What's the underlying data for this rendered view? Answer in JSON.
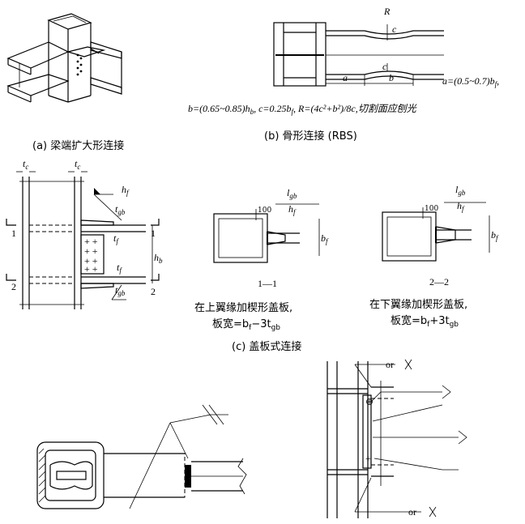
{
  "captions": {
    "a": "(a) 梁端扩大形连接",
    "b": "(b) 骨形连接 (RBS)",
    "c": "(c) 盖板式连接"
  },
  "rbs": {
    "formula_1": "a=(0.5~0.7)b",
    "formula_1_sub": "f",
    "formula_2": "b=(0.65~0.85)h",
    "formula_2_sub": "b",
    "formula_3": ", c=0.25b",
    "formula_3_sub": "f",
    "formula_4": ", R=(4c²+b²)/8c,切割面应刨光",
    "labels": {
      "R": "R",
      "c": "c",
      "a": "a",
      "b": "b"
    }
  },
  "cover_plate": {
    "section_11": "1—1",
    "section_22": "2—2",
    "note_top_1": "在上翼缘加楔形盖板,",
    "note_top_2": "板宽=b",
    "note_top_2_sub": "f",
    "note_top_2_end": "−3t",
    "note_top_2_end_sub": "gb",
    "note_bot_1": "在下翼缘加楔形盖板,",
    "note_bot_2": "板宽=b",
    "note_bot_2_sub": "f",
    "note_bot_2_end": "+3t",
    "note_bot_2_end_sub": "gb",
    "labels": {
      "tc": "t",
      "tc_sub": "c",
      "hf": "h",
      "hf_sub": "f",
      "tf": "t",
      "tf_sub": "f",
      "hb": "h",
      "hb_sub": "b",
      "tgb": "t",
      "tgb_sub": "gb",
      "lgb": "l",
      "lgb_sub": "gb",
      "bf": "b",
      "bf_sub": "f",
      "dim_100": "100",
      "mark_1": "1",
      "mark_2": "2"
    }
  },
  "weld_symbol": {
    "or": "or"
  }
}
